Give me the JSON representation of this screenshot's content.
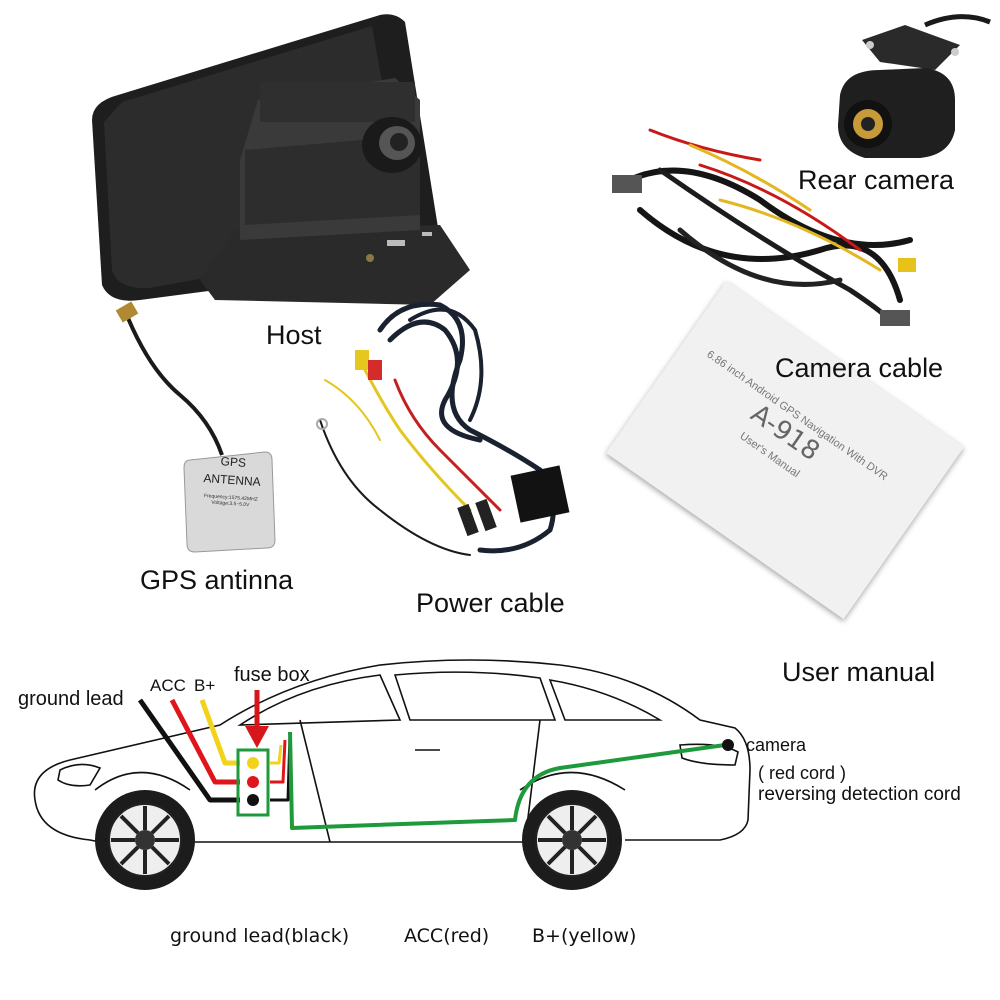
{
  "components": {
    "host": "Host",
    "rear_camera": "Rear camera",
    "camera_cable": "Camera cable",
    "gps_antenna": "GPS antinna",
    "power_cable": "Power cable",
    "user_manual": "User manual"
  },
  "antenna_print": {
    "title_line1": "GPS",
    "title_line2": "ANTENNA",
    "spec1": "Frequency:1575.42MHZ",
    "spec2": "Voltage:3.5~5.0V"
  },
  "manual_cover": {
    "model": "A-918",
    "line1": "6.86 inch Android GPS Navigation With DVR",
    "line2": "User's Manual"
  },
  "wiring": {
    "ground_lead": "ground lead",
    "acc": "ACC",
    "b_plus": "B+",
    "fuse_box": "fuse box",
    "camera": "camera",
    "red_cord": "( red cord )",
    "reversing": "reversing detection cord",
    "legend_ground": "ground lead(black)",
    "legend_acc": "ACC(red)",
    "legend_b": "B+(yellow)"
  },
  "colors": {
    "ground_wire": "#111111",
    "acc_wire": "#e0151b",
    "b_plus_wire": "#f2d21b",
    "camera_wire": "#1e9a3c",
    "fuse_arrow": "#d6161b"
  }
}
